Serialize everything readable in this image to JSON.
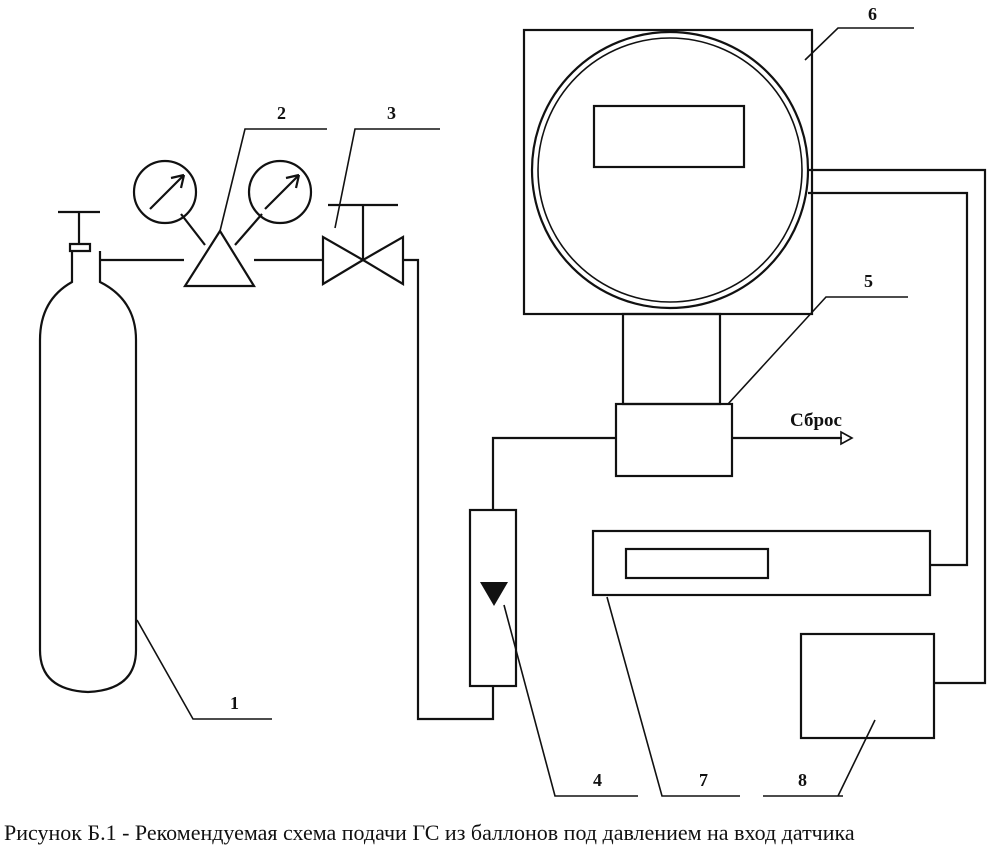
{
  "callouts": {
    "n1": "1",
    "n2": "2",
    "n3": "3",
    "n4": "4",
    "n5": "5",
    "n6": "6",
    "n7": "7",
    "n8": "8"
  },
  "vent_label": "Сброс",
  "caption": "Рисунок Б.1 - Рекомендуемая схема подачи ГС из баллонов под давлением на вход датчика",
  "colors": {
    "ink": "#111111",
    "background": "#ffffff"
  }
}
